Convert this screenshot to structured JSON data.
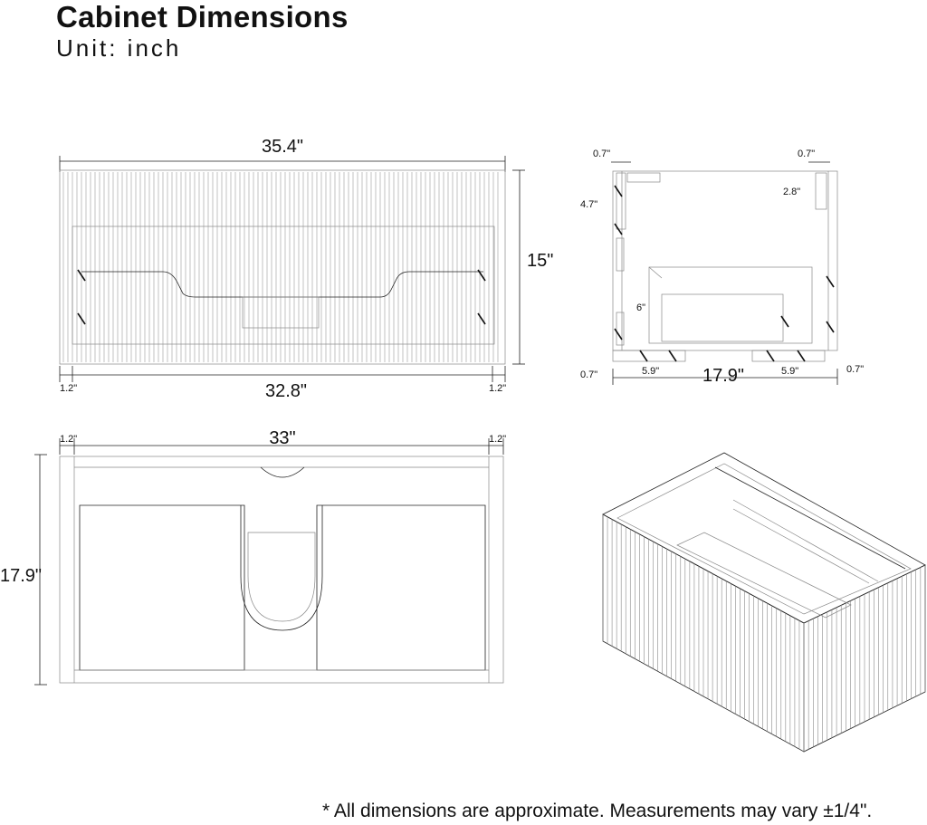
{
  "header": {
    "title": "Cabinet Dimensions",
    "subtitle": "Unit: inch"
  },
  "front_view": {
    "total_width": "35.4\"",
    "height": "15\"",
    "inner_width": "32.8\"",
    "left_margin": "1.2\"",
    "right_margin": "1.2\""
  },
  "side_view": {
    "left_top": "0.7\"",
    "right_top": "0.7\"",
    "left_side": "4.7\"",
    "right_side": "2.8\"",
    "drawer_height": "6\"",
    "bottom_left": "0.7\"",
    "bottom_right": "0.7\"",
    "foot_left": "5.9\"",
    "foot_right": "5.9\"",
    "depth": "17.9\""
  },
  "top_view": {
    "left_margin": "1.2\"",
    "width": "33\"",
    "right_margin": "1.2\"",
    "depth": "17.9\""
  },
  "footnote": "* All dimensions are approximate. Measurements may vary ±1/4\"."
}
